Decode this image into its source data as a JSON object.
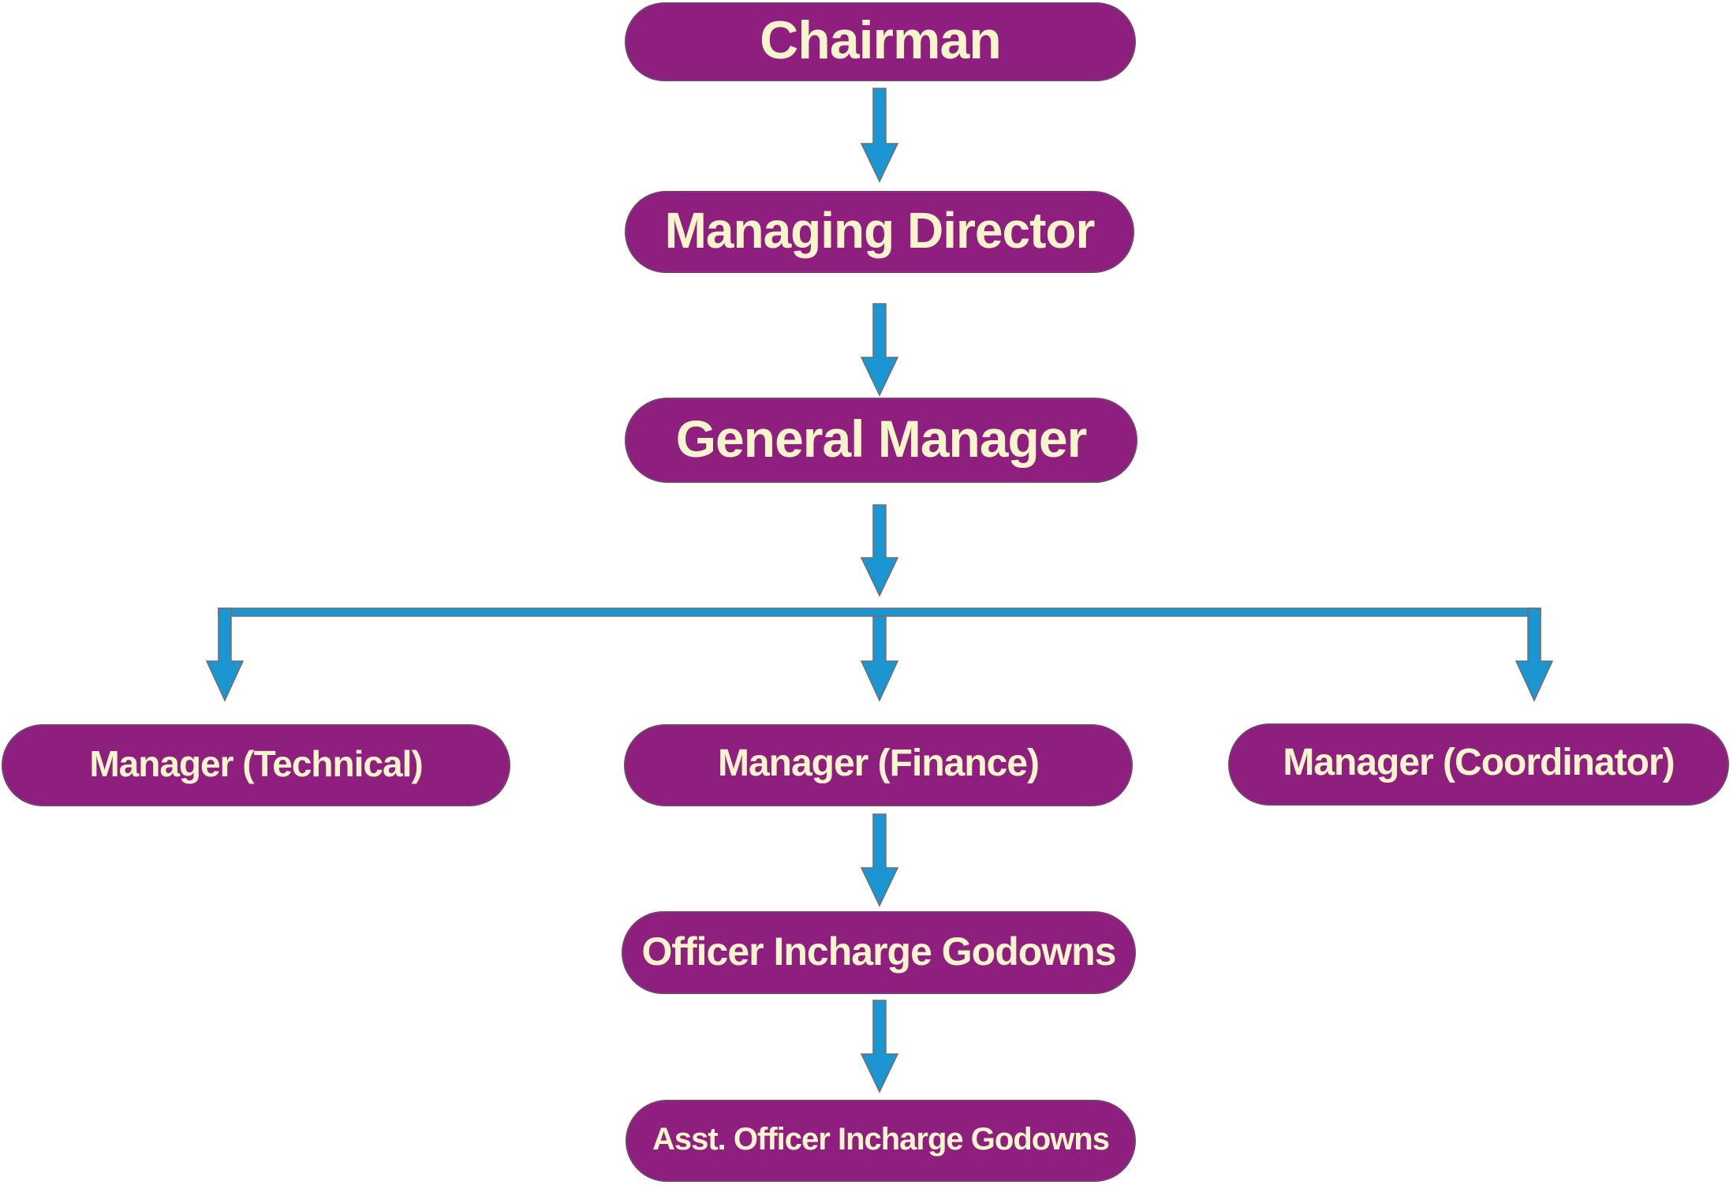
{
  "diagram": {
    "type": "org-chart",
    "colors": {
      "background": "#ffffff",
      "node_fill": "#8F1F7E",
      "node_text": "#F8F4CC",
      "arrow_fill": "#1B96D2",
      "arrow_stroke": "#6e6e6e"
    },
    "nodes": [
      {
        "id": "chairman",
        "label": "Chairman"
      },
      {
        "id": "managing-director",
        "label": "Managing Director"
      },
      {
        "id": "general-manager",
        "label": "General Manager"
      },
      {
        "id": "manager-technical",
        "label": "Manager (Technical)"
      },
      {
        "id": "manager-finance",
        "label": "Manager (Finance)"
      },
      {
        "id": "manager-coordinator",
        "label": "Manager (Coordinator)"
      },
      {
        "id": "officer-incharge",
        "label": "Officer Incharge Godowns"
      },
      {
        "id": "asst-officer",
        "label": "Asst. Officer Incharge Godowns"
      }
    ],
    "edges": [
      {
        "from": "chairman",
        "to": "managing-director"
      },
      {
        "from": "managing-director",
        "to": "general-manager"
      },
      {
        "from": "general-manager",
        "to": "manager-technical"
      },
      {
        "from": "general-manager",
        "to": "manager-finance"
      },
      {
        "from": "general-manager",
        "to": "manager-coordinator"
      },
      {
        "from": "manager-finance",
        "to": "officer-incharge"
      },
      {
        "from": "officer-incharge",
        "to": "asst-officer"
      }
    ]
  }
}
